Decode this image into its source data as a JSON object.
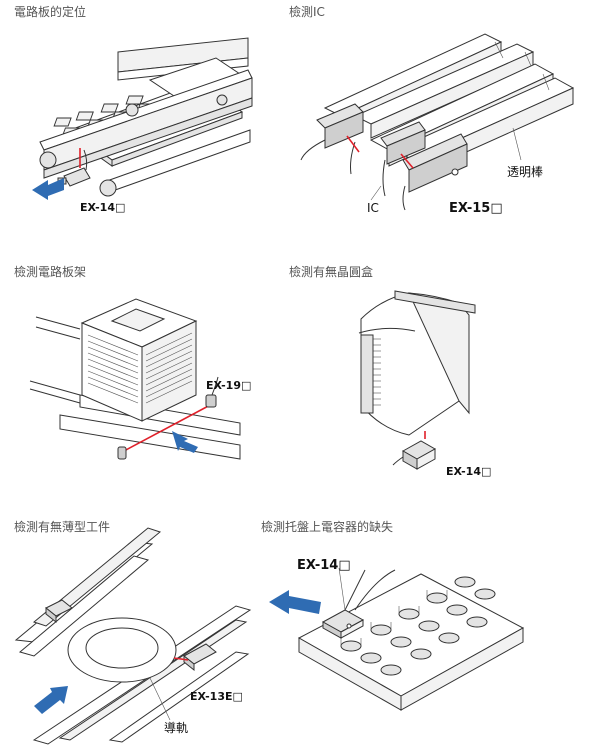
{
  "panels": [
    {
      "caption": "電路板的定位",
      "labels": [
        "EX-14□"
      ]
    },
    {
      "caption": "檢測IC",
      "labels": [
        "IC",
        "EX-15□",
        "透明棒"
      ]
    },
    {
      "caption": "檢測電路板架",
      "labels": [
        "EX-19□"
      ]
    },
    {
      "caption": "檢測有無晶圓盒",
      "labels": [
        "EX-14□"
      ]
    },
    {
      "caption": "檢測有無薄型工件",
      "labels": [
        "EX-13E□",
        "導軌"
      ]
    },
    {
      "caption": "檢測托盤上電容器的缺失",
      "labels": [
        "EX-14□"
      ]
    }
  ],
  "colors": {
    "beam": "#e0202a",
    "arrow": "#2f6cb3",
    "caption": "#555555"
  }
}
